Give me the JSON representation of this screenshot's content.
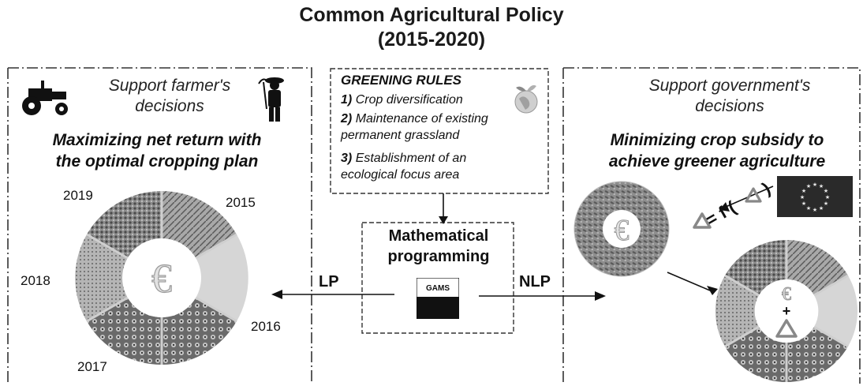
{
  "title_line1": "Common Agricultural Policy",
  "title_line2": "(2015-2020)",
  "left_panel": {
    "subtitle_line1": "Support farmer's",
    "subtitle_line2": "decisions",
    "objective_line1": "Maximizing net return with",
    "objective_line2": "the optimal cropping plan",
    "years": {
      "y2019": "2019",
      "y2015": "2015",
      "y2018": "2018",
      "y2016": "2016",
      "y2017": "2017"
    },
    "currency_symbol": "€"
  },
  "greening_rules": {
    "title": "GREENING RULES",
    "rule1_num": "1)",
    "rule1_text": "Crop diversification",
    "rule2_num": "2)",
    "rule2_text_a": "Maintenance of existing",
    "rule2_text_b": "permanent grassland",
    "rule3_num": "3)",
    "rule3_text_a": "Establishment of an",
    "rule3_text_b": "ecological focus area"
  },
  "center": {
    "math_line1": "Mathematical",
    "math_line2": "programming",
    "gams_label": "GAMS",
    "lp_label": "LP",
    "nlp_label": "NLP"
  },
  "right_panel": {
    "subtitle_line1": "Support government's",
    "subtitle_line2": "decisions",
    "objective_line1": "Minimizing crop subsidy  to",
    "objective_line2": "achieve greener agriculture",
    "formula_eq": "= f (",
    "formula_close": ")",
    "plus_sign": "+",
    "currency_symbol": "€"
  },
  "colors": {
    "ring_dark": "#6b6b6b",
    "ring_mid": "#9a9a9a",
    "ring_light": "#c4c4c4",
    "flag": "#2a2a2a",
    "stars": "#e8e8e8"
  }
}
